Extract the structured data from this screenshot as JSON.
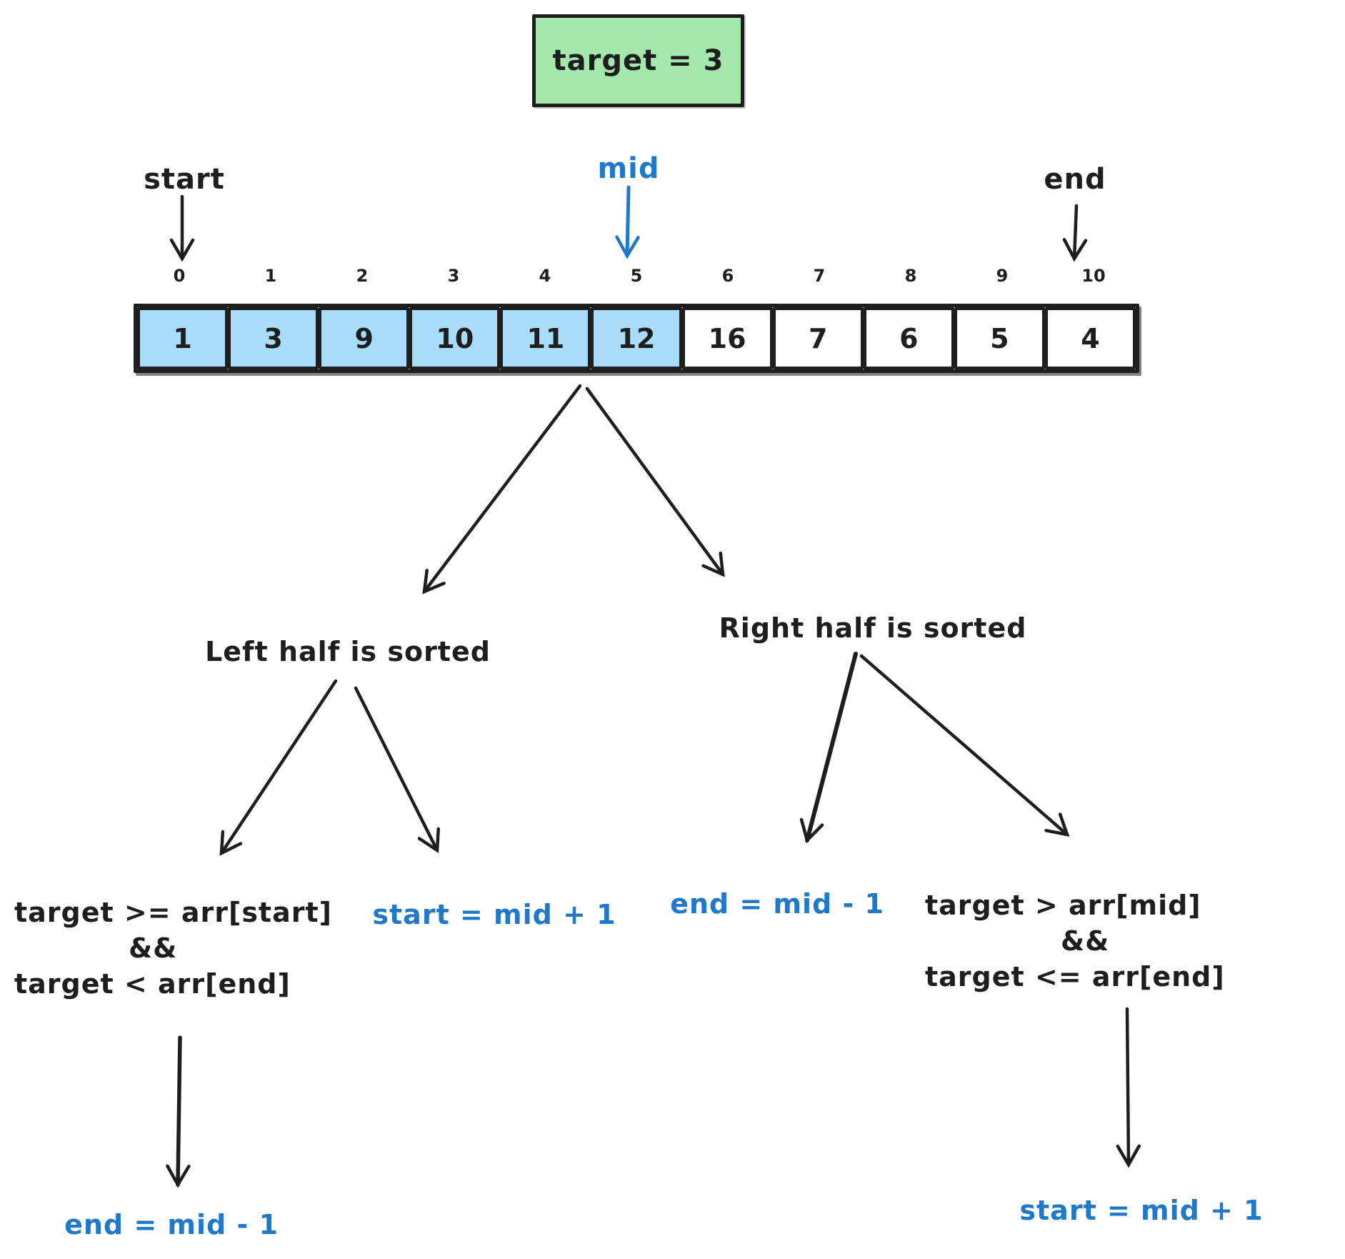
{
  "target_box": {
    "text": "target = 3"
  },
  "pointers": {
    "start_label": "start",
    "mid_label": "mid",
    "end_label": "end"
  },
  "array": {
    "indices": [
      "0",
      "1",
      "2",
      "3",
      "4",
      "5",
      "6",
      "7",
      "8",
      "9",
      "10"
    ],
    "values": [
      "1",
      "3",
      "9",
      "10",
      "11",
      "12",
      "16",
      "7",
      "6",
      "5",
      "4"
    ],
    "highlighted_indices": [
      0,
      1,
      2,
      3,
      4,
      5
    ]
  },
  "left_branch": {
    "title": "Left half is sorted",
    "condition_line1": "target >= arr[start]",
    "condition_line2": "&&",
    "condition_line3": "target < arr[end]",
    "action_if": "end = mid - 1",
    "action_else": "start = mid + 1"
  },
  "right_branch": {
    "title": "Right half is sorted",
    "action_if": "end = mid - 1",
    "condition_line1": "target > arr[mid]",
    "condition_line2": "&&",
    "condition_line3": "target <= arr[end]",
    "action_else": "start = mid + 1"
  },
  "colors": {
    "highlight_cell_fill": "#a8dcfa",
    "target_box_fill": "#a4e8ab",
    "accent_blue": "#1f78c8",
    "ink": "#1e1e1e"
  }
}
